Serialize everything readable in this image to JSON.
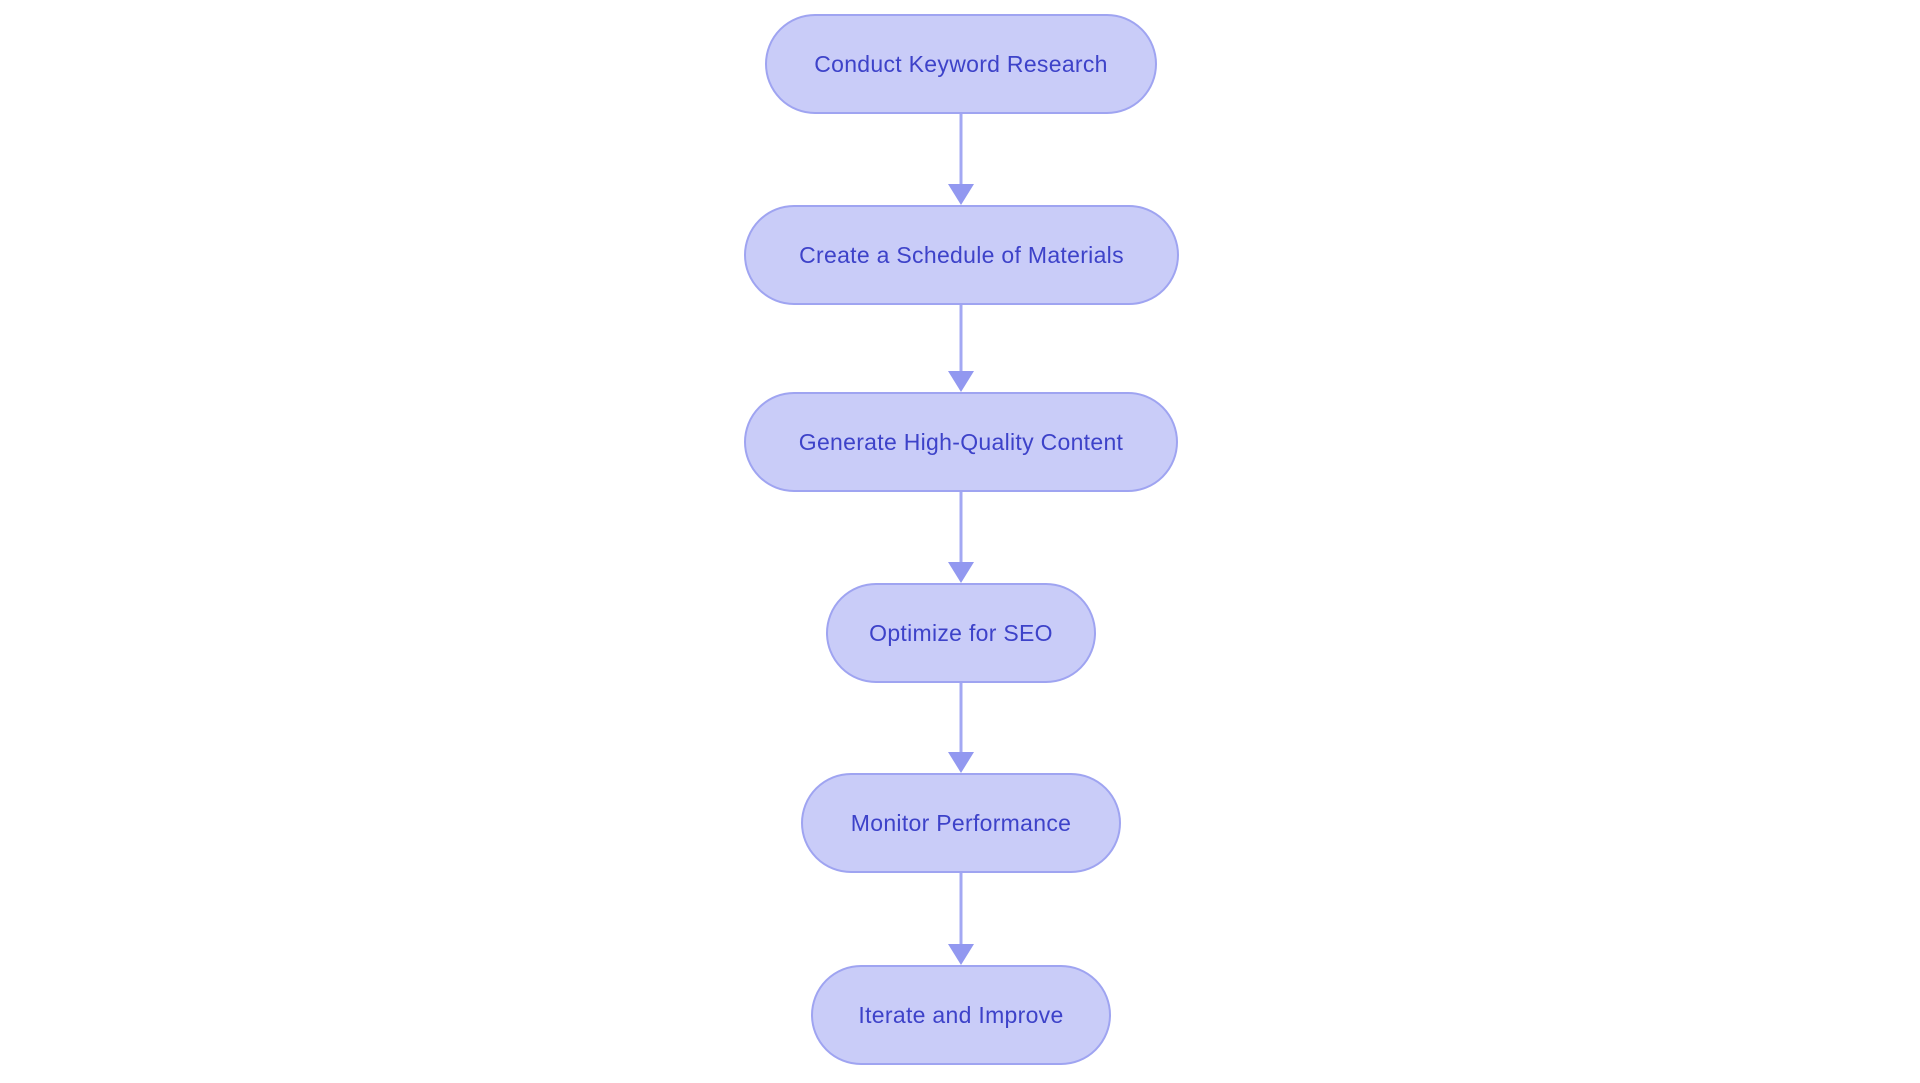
{
  "flowchart": {
    "type": "vertical-flowchart",
    "direction": "top-down",
    "background_color": "#ffffff",
    "node_fill_color": "#c9ccf8",
    "node_border_color": "#9fa4f1",
    "node_text_color": "#3d42c9",
    "arrow_color": "#9aa0f2",
    "nodes": [
      {
        "label": "Conduct Keyword Research"
      },
      {
        "label": "Create a Schedule of Materials"
      },
      {
        "label": "Generate High-Quality Content"
      },
      {
        "label": "Optimize for SEO"
      },
      {
        "label": "Monitor Performance"
      },
      {
        "label": "Iterate and Improve"
      }
    ],
    "edges": [
      {
        "from": 0,
        "to": 1
      },
      {
        "from": 1,
        "to": 2
      },
      {
        "from": 2,
        "to": 3
      },
      {
        "from": 3,
        "to": 4
      },
      {
        "from": 4,
        "to": 5
      }
    ]
  }
}
